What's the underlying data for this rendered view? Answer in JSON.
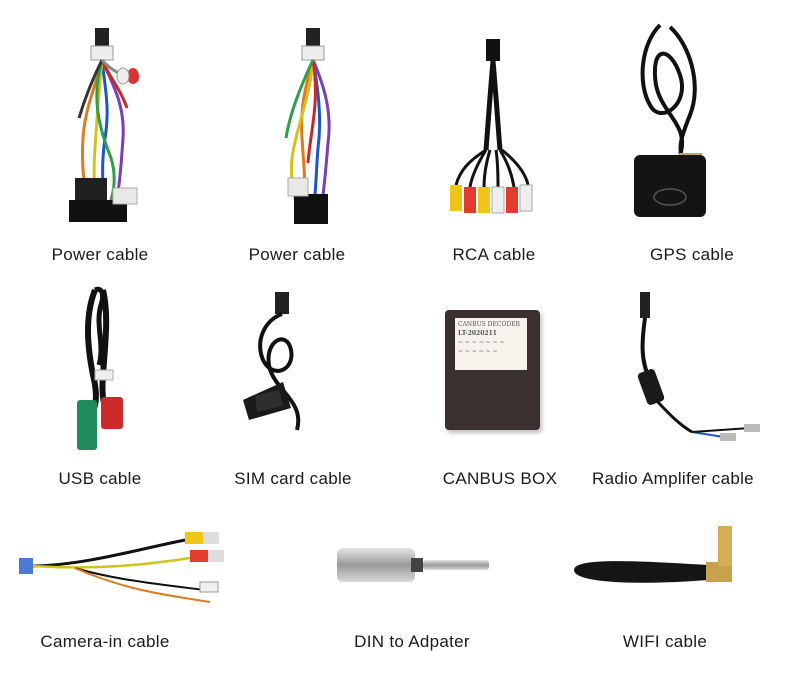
{
  "rows": [
    {
      "items": [
        {
          "label": "Power cable",
          "icon": "power-harness-icon"
        },
        {
          "label": "Power cable",
          "icon": "power-harness-icon"
        },
        {
          "label": "RCA cable",
          "icon": "rca-cable-icon"
        },
        {
          "label": "GPS cable",
          "icon": "gps-antenna-icon"
        }
      ]
    },
    {
      "items": [
        {
          "label": "USB cable",
          "icon": "usb-cable-icon"
        },
        {
          "label": "SIM card cable",
          "icon": "sim-card-cable-icon"
        },
        {
          "label": "CANBUS BOX",
          "icon": "canbus-box-icon"
        },
        {
          "label": "Radio Amplifer cable",
          "icon": "radio-amplifier-cable-icon"
        }
      ]
    },
    {
      "items": [
        {
          "label": "Camera-in cable",
          "icon": "camera-in-cable-icon"
        },
        {
          "label": "DIN to Adpater",
          "icon": "din-adapter-icon"
        },
        {
          "label": "WIFI cable",
          "icon": "wifi-antenna-icon"
        }
      ]
    }
  ],
  "canbus_box_label_lines": [
    "CANBUS DECODER",
    "LT-2020211",
    "~ ~ ~ ~ ~ ~ ~",
    "~ ~ ~ ~ ~ ~"
  ]
}
